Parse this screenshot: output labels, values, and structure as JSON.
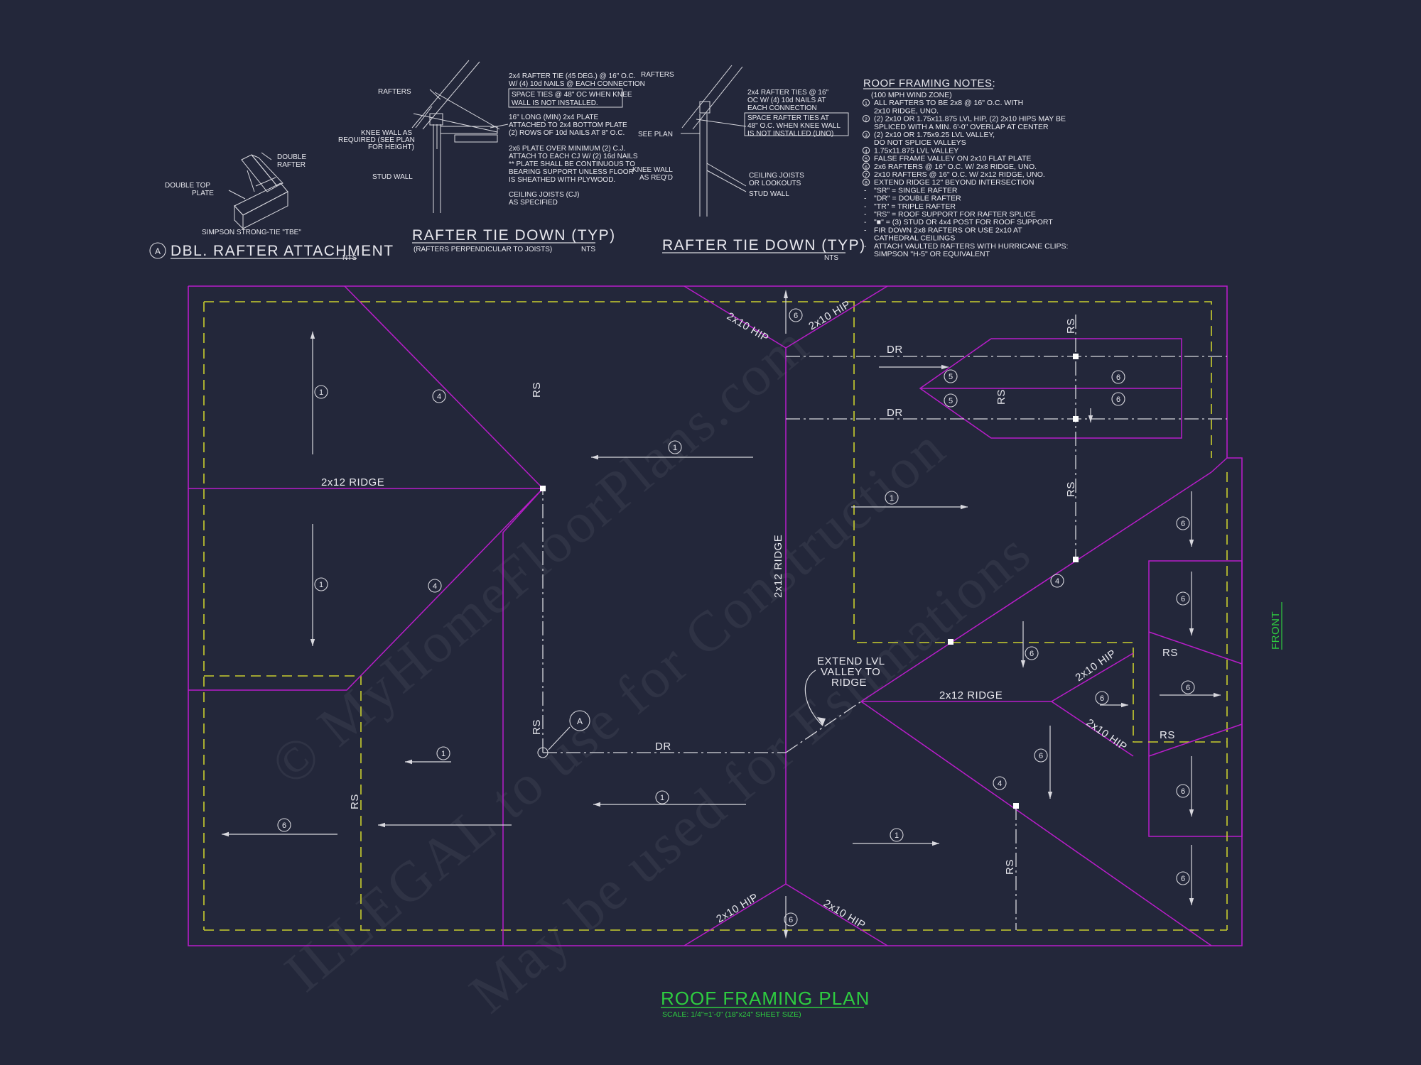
{
  "details": {
    "a": {
      "title": "DBL. RAFTER ATTACHMENT",
      "marker": "A",
      "nts": "NTS",
      "labels": [
        "DOUBLE",
        "RAFTER",
        "DOUBLE TOP",
        "PLATE",
        "SIMPSON STRONG-TIE \"TBE\""
      ]
    },
    "b": {
      "title": "RAFTER TIE DOWN (TYP)",
      "subtitle": "(RAFTERS PERPENDICULAR TO JOISTS)",
      "nts": "NTS",
      "labels": [
        "2x4 RAFTER TIE (45 DEG.) @ 16\" O.C.",
        "W/ (4) 10d NAILS @ EACH CONNECTION",
        "SPACE TIES @ 48\" OC WHEN KNEE",
        "WALL IS NOT INSTALLED.",
        "RAFTERS",
        "16\" LONG (MIN) 2x4 PLATE",
        "ATTACHED TO 2x4 BOTTOM PLATE",
        "(2) ROWS OF 10d NAILS AT 8\" O.C.",
        "KNEE WALL AS",
        "REQUIRED (SEE PLAN",
        "FOR HEIGHT)",
        "2x6 PLATE OVER MINIMUM (2) C.J.",
        "ATTACH TO EACH CJ W/ (2) 16d NAILS",
        "** PLATE SHALL BE CONTINUOUS TO",
        "BEARING SUPPORT UNLESS FLOOR",
        "IS SHEATHED WITH PLYWOOD.",
        "STUD WALL",
        "CEILING JOISTS (CJ)",
        "AS SPECIFIED"
      ]
    },
    "c": {
      "title": "RAFTER TIE DOWN (TYP)",
      "nts": "NTS",
      "labels": [
        "RAFTERS",
        "2x4 RAFTER TIES @ 16\"",
        "OC W/ (4) 10d NAILS AT",
        "EACH CONNECTION",
        "SPACE RAFTER TIES AT",
        "48\" O.C. WHEN KNEE WALL",
        "IS NOT INSTALLED (UNO)",
        "SEE PLAN",
        "KNEE WALL",
        "AS REQ'D",
        "CEILING JOISTS",
        "OR LOOKOUTS",
        "STUD WALL"
      ]
    }
  },
  "notes": {
    "title": "ROOF FRAMING NOTES:",
    "lines": [
      "(100 MPH WIND ZONE)",
      "ALL RAFTERS TO BE 2x8 @ 16\" O.C. WITH",
      "2x10 RIDGE, UNO.",
      "(2) 2x10 OR 1.75x11.875 LVL HIP, (2) 2x10 HIPS MAY BE",
      "SPLICED WITH A MIN. 6'-0\" OVERLAP AT CENTER",
      "(2) 2x10 OR 1.75x9.25 LVL VALLEY,",
      "DO NOT SPLICE VALLEYS",
      "1.75x11.875 LVL VALLEY",
      "FALSE FRAME VALLEY ON 2x10 FLAT PLATE",
      "2x6 RAFTERS @ 16\" O.C. W/ 2x8 RIDGE, UNO.",
      "2x10 RAFTERS @ 16\" O.C. W/ 2x12 RIDGE, UNO.",
      "EXTEND RIDGE 12\" BEYOND INTERSECTION",
      "\"SR\" = SINGLE RAFTER",
      "\"DR\" = DOUBLE RAFTER",
      "\"TR\" = TRIPLE RAFTER",
      "\"RS\" = ROOF SUPPORT FOR RAFTER SPLICE",
      "\"■\" = (3) STUD OR 4x4 POST FOR ROOF SUPPORT",
      "FIR DOWN 2x8 RAFTERS OR USE 2x10 AT",
      "CATHEDRAL CEILINGS",
      "ATTACH VAULTED RAFTERS WITH HURRICANE CLIPS:",
      "SIMPSON \"H-5\" OR EQUIVALENT"
    ]
  },
  "plan": {
    "labels": {
      "ridge_left": "2x12 RIDGE",
      "ridge_center": "2x12 RIDGE",
      "ridge_right": "2x12 RIDGE",
      "hip": "2x10 HIP",
      "dr": "DR",
      "rs": "RS",
      "extend1": "EXTEND LVL",
      "extend2": "VALLEY TO",
      "extend3": "RIDGE",
      "front": "FRONT",
      "detail_ref": "A"
    },
    "title": "ROOF FRAMING PLAN",
    "scale": "SCALE: 1/4\"=1'-0\" (18\"x24\" SHEET SIZE)"
  },
  "watermark": {
    "line1": "© MyHomeFloorPlans.com",
    "line2": "ILLEGAL to use for Construction",
    "line3": "May be used for Estimations"
  },
  "colors": {
    "background": "#23273a",
    "magenta": "#b81dc9",
    "yellow": "#c9cf2e",
    "green": "#2ecc40",
    "white": "#d8d8de"
  }
}
